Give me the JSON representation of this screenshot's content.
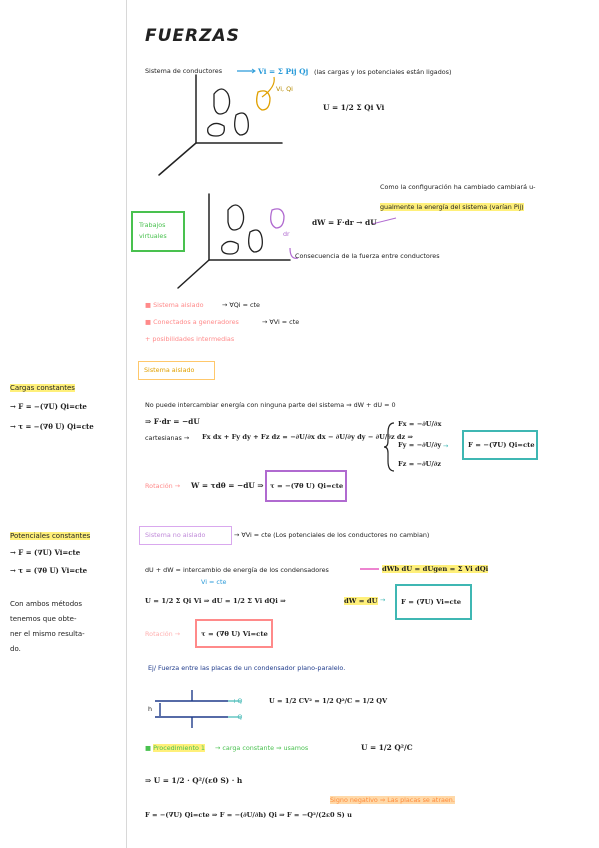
{
  "title": "FUERZAS",
  "top": {
    "line1": "Sistema de conductores",
    "line1_eq": "Vi = Σ Pij Qj",
    "line1_note": "(las cargas y los potenciales están ligados)",
    "charge_label": "Vi, Qi",
    "energy_eq": "U = 1/2 Σ Qi Vi",
    "config_note_1": "Como la configuración ha cambiado cambiará u-",
    "config_note_2": "gualmente la energía del sistema (varían Pij)",
    "dW_eq": "dW = F·dr → dU",
    "trabajos": "Trabajos virtuales",
    "consequence": "Consecuencia de la fuerza entre conductores",
    "dr_label": "dr"
  },
  "cases": {
    "c1": "Sistema aislado",
    "c1_eq": "→ ∀Qi = cte",
    "c2": "Conectados a generadores",
    "c2_eq": "→ ∀Vi = cte",
    "c3": "+ posibilidades intermedias"
  },
  "aislado": {
    "label": "Sistema aislado",
    "line1": "No puede intercambiar energía con ninguna parte del sistema ⇒ dW + dU = 0",
    "line2": "⇒ F·dr = −dU",
    "cartesianas": "cartesianas →",
    "cart_eq": "Fx dx + Fy dy + Fz dz = −∂U/∂x dx − ∂U/∂y dy − ∂U/∂z dz ⇒",
    "fx": "Fx = −∂U/∂x",
    "fy": "Fy = −∂U/∂y",
    "fz": "Fz = −∂U/∂z",
    "result": "F = −(∇U) Qi=cte",
    "rotacion": "Rotación →",
    "rot_eq": "W = τdθ = −dU ⇒",
    "rot_result": "τ = −(∇θ U) Qi=cte"
  },
  "no_aislado": {
    "label": "Sistema no aislado",
    "eq": "→ ∀Vi = cte (Los potenciales de los conductores no cambian)",
    "line1": "dU + dW = intercambio de energía de los condensadores",
    "line1_eq": "dWb  dU = dUgen = Σ Vi dQi",
    "wb_label": "Vi = cte",
    "line2": "U = 1/2 Σ Qi Vi ⇒ dU = 1/2 Σ Vi dQi ⇒",
    "line2_eq": "dW = dU",
    "result": "F = (∇U) Vi=cte",
    "rotacion": "Rotación →",
    "rot_result": "τ = (∇θ U) Vi=cte"
  },
  "ejemplo": {
    "title": "Ej/ Fuerza entre las placas de un condensador plano-paralelo.",
    "plus": "+Q",
    "minus": "−Q",
    "h": "h",
    "energy": "U = 1/2 CV² = 1/2 Q²/C = 1/2 QV",
    "proc_label": "Procedimiento 1",
    "proc": "→ carga constante ⇒ usamos",
    "proc_eq": "U = 1/2 Q²/C",
    "u_eq": "⇒ U = 1/2 · Q²/(ε0 S) · h",
    "f_eq": "F = −(∇U) Qi=cte ⇒ F = −(∂U/∂h) Qi ⇒ F = −Q²/(2ε0 S) u",
    "note": "Signo negativo ⇒ Las placas se atraen."
  },
  "sidebar": {
    "s1_title": "Cargas constantes",
    "s1_l1": "→ F = −(∇U) Qi=cte",
    "s1_l2": "→ τ = −(∇θ U) Qi=cte",
    "s2_title": "Potenciales constantes",
    "s2_l1": "→ F = (∇U) Vi=cte",
    "s2_l2": "→ τ = (∇θ U) Vi=cte",
    "s2_p1": "Con ambos métodos",
    "s2_p2": "tenemos que obte-",
    "s2_p3": "ner el mismo resulta-",
    "s2_p4": "do."
  },
  "colors": {
    "blue": "#2b9bd9",
    "pink": "#ff8a8a",
    "yellow": "#fff07a",
    "purple": "#b06ad0",
    "green": "#49c14f",
    "teal": "#3fb7b3"
  }
}
